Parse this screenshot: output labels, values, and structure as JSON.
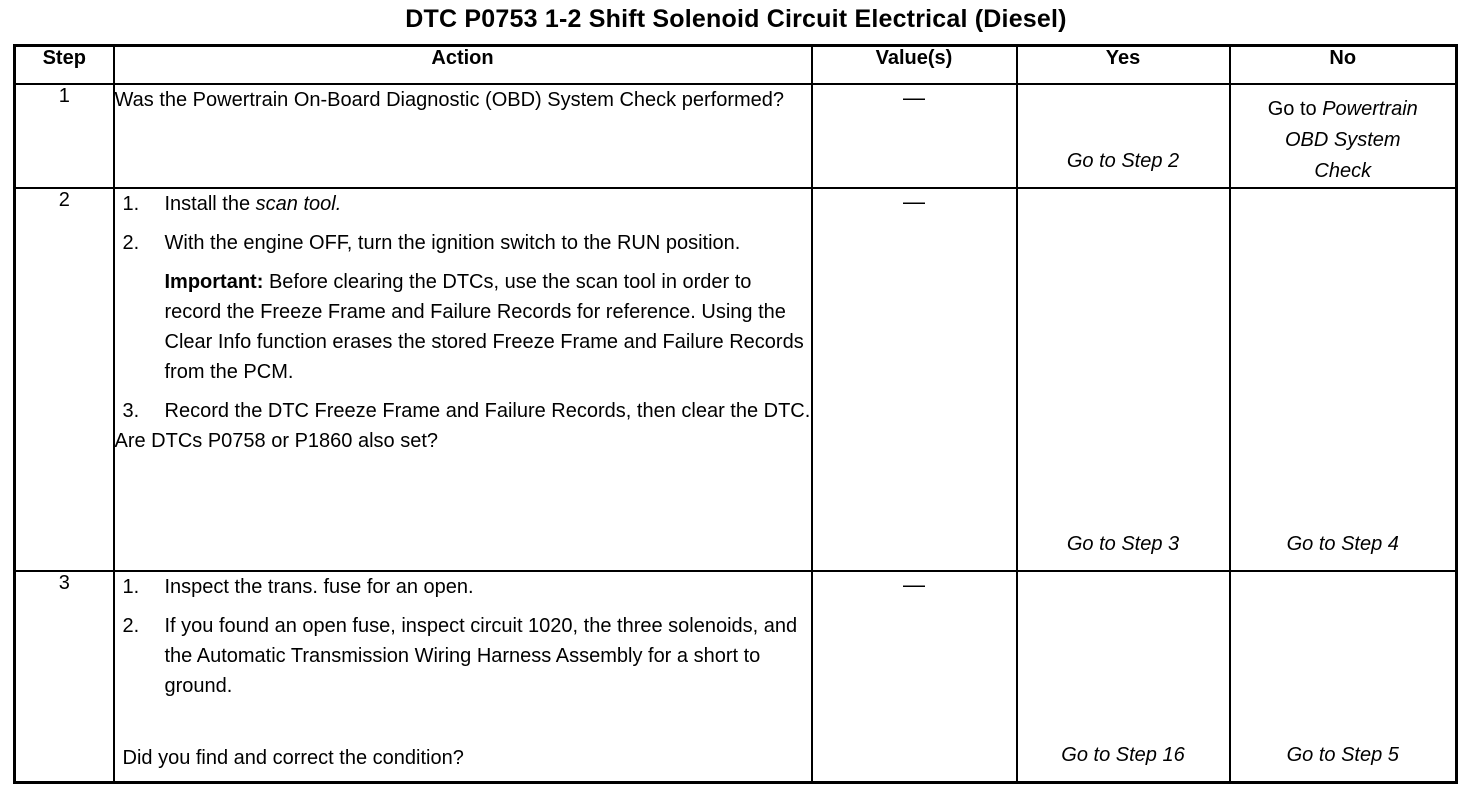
{
  "document": {
    "title": "DTC P0753 1-2 Shift Solenoid Circuit Electrical (Diesel)"
  },
  "table": {
    "headers": {
      "step": "Step",
      "action": "Action",
      "value": "Value(s)",
      "yes": "Yes",
      "no": "No"
    },
    "rows": [
      {
        "step": "1",
        "action": {
          "question": "Was the Powertrain On-Board Diagnostic (OBD) System Check performed?"
        },
        "value": "—",
        "yes": {
          "prefix": "Go to Step 2"
        },
        "no": {
          "prefix": "Go to ",
          "italic_line1": "Powertrain",
          "italic_line2": "OBD System",
          "italic_line3": "Check"
        }
      },
      {
        "step": "2",
        "action": {
          "item1_num": "1.",
          "item1_text": "Install the ",
          "item1_italic": "scan tool.",
          "item2_num": "2.",
          "item2_text": "With the engine OFF, turn the ignition switch to the RUN position.",
          "important_lead": "Important:",
          "important_text": " Before clearing the DTCs, use the scan tool in order to record the Freeze Frame and Failure Records for reference. Using the Clear Info function erases the stored Freeze Frame and Failure Records from the PCM.",
          "item3_num": "3.",
          "item3_text": "Record the DTC Freeze Frame and Failure Records, then clear the DTC.",
          "question": "Are DTCs P0758 or P1860 also set?"
        },
        "value": "—",
        "yes": {
          "prefix": "Go to Step 3"
        },
        "no": {
          "prefix": "Go to Step 4"
        }
      },
      {
        "step": "3",
        "action": {
          "item1_num": "1.",
          "item1_text": "Inspect the trans. fuse for an open.",
          "item2_num": "2.",
          "item2_text": "If you found an open fuse, inspect circuit 1020, the three solenoids, and the Automatic Transmission Wiring Harness Assembly for a short to ground.",
          "question": "Did you find and correct the condition?"
        },
        "value": "—",
        "yes": {
          "prefix": "Go to Step 16"
        },
        "no": {
          "prefix": "Go to Step 5"
        }
      }
    ]
  }
}
